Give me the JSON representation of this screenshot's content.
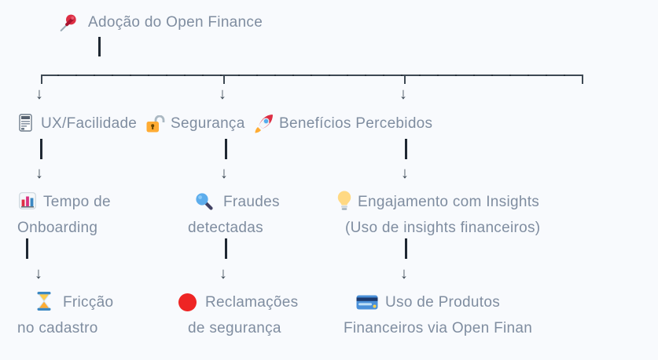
{
  "title": {
    "icon": "pushpin-icon",
    "label": "Adoção do Open Finance"
  },
  "connectors": {
    "down_arrow": "↓"
  },
  "columns": [
    {
      "level1": {
        "icon": "mobile-phone-icon",
        "label": "UX/Facilidade"
      },
      "level2": {
        "icon": "bar-chart-icon",
        "line1": "Tempo de",
        "line2": "Onboarding"
      },
      "level3": {
        "icon": "hourglass-icon",
        "line1": "Fricção",
        "line2": "no cadastro"
      }
    },
    {
      "level1": {
        "icon": "open-lock-icon",
        "label": "Segurança"
      },
      "level2": {
        "icon": "magnifier-icon",
        "line1": "Fraudes",
        "line2": "detectadas"
      },
      "level3": {
        "icon": "red-circle-icon",
        "line1": "Reclamações",
        "line2": "de segurança"
      }
    },
    {
      "level1": {
        "icon": "rocket-icon",
        "label": "Benefícios Percebidos"
      },
      "level2": {
        "icon": "light-bulb-icon",
        "line1": "Engajamento com Insights",
        "line2": "(Uso de insights financeiros)"
      },
      "level3": {
        "icon": "credit-card-icon",
        "line1": "Uso de Produtos",
        "line2": "Financeiros via Open Finan"
      }
    }
  ],
  "colors": {
    "background": "#f8fafd",
    "text": "#7f8da0",
    "line": "#3e4954",
    "pin_red": "#dd2e44",
    "lock_gold": "#ffac33",
    "lens_blue": "#5dadec",
    "sand_orange": "#ffac33",
    "card_blue": "#4a90d9"
  }
}
